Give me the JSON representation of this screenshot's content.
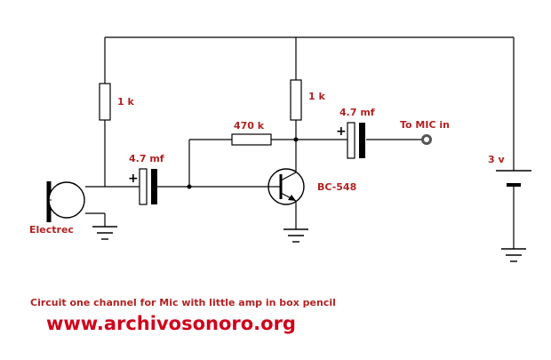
{
  "labels": {
    "r1": "1 k",
    "r2": "1 k",
    "r3": "470 k",
    "c1": "4.7 mf",
    "c2": "4.7 mf",
    "transistor": "BC-548",
    "mic": "Electrec",
    "output": "To MIC in",
    "battery": "3 v",
    "plus_sign": "+"
  },
  "caption": "Circuit one channel for Mic with little amp in box pencil",
  "website": "www.archivosonoro.org",
  "colors": {
    "wire": "#000000",
    "label": "#b22222",
    "website": "#d0021b"
  }
}
